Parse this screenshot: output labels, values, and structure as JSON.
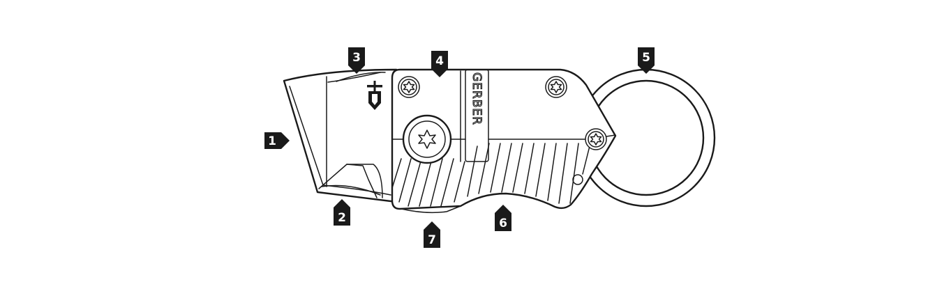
{
  "colors": {
    "ink": "#1a1a1a",
    "background": "#ffffff",
    "label_text": "#ffffff"
  },
  "blade": {
    "logo_icon": "gerber-logo-icon"
  },
  "handle": {
    "brand": "GERBER",
    "screw_icon": "torx-screw-icon"
  },
  "callouts": [
    {
      "id": "1",
      "label": "1",
      "pointer": "right"
    },
    {
      "id": "2",
      "label": "2",
      "pointer": "up"
    },
    {
      "id": "3",
      "label": "3",
      "pointer": "down"
    },
    {
      "id": "4",
      "label": "4",
      "pointer": "down"
    },
    {
      "id": "5",
      "label": "5",
      "pointer": "down"
    },
    {
      "id": "6",
      "label": "6",
      "pointer": "up"
    },
    {
      "id": "7",
      "label": "7",
      "pointer": "up"
    }
  ]
}
